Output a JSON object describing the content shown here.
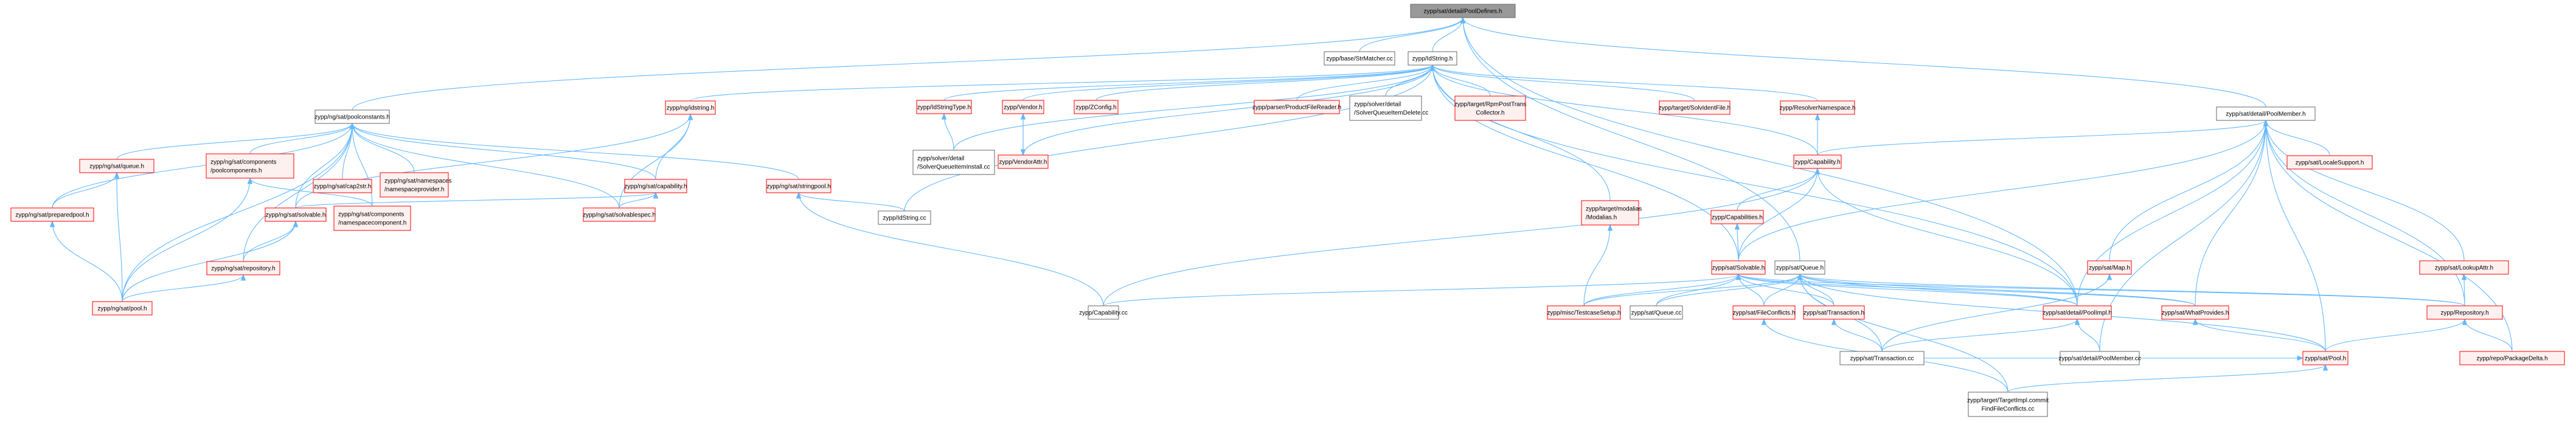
{
  "title": "zypp/sat/detail/PoolDefines.h",
  "colors": {
    "edge": "#63b8ff",
    "root_fill": "#999999",
    "red_border": "#ff0000",
    "red_fill": "#fff0f0",
    "normal_border": "#666666"
  },
  "nodes": [
    {
      "id": "pooldefines",
      "lines": [
        "zypp/sat/detail/PoolDefines.h"
      ],
      "kind": "root"
    },
    {
      "id": "strmatcher_cc",
      "lines": [
        "zypp/base/StrMatcher.cc"
      ],
      "kind": "normal"
    },
    {
      "id": "idstring_h",
      "lines": [
        "zypp/IdString.h"
      ],
      "kind": "normal"
    },
    {
      "id": "poolconstants",
      "lines": [
        "zypp/ng/sat/poolconstants.h"
      ],
      "kind": "normal"
    },
    {
      "id": "poolmember_h",
      "lines": [
        "zypp/sat/detail/PoolMember.h"
      ],
      "kind": "normal"
    },
    {
      "id": "ng_queue",
      "lines": [
        "zypp/ng/sat/queue.h"
      ],
      "kind": "red"
    },
    {
      "id": "ng_poolcomponents",
      "lines": [
        "zypp/ng/sat/components",
        "/poolcomponents.h"
      ],
      "kind": "red"
    },
    {
      "id": "ng_cap2str",
      "lines": [
        "zypp/ng/sat/cap2str.h"
      ],
      "kind": "red"
    },
    {
      "id": "ng_nsprovider",
      "lines": [
        "zypp/ng/sat/namespaces",
        "/namespaceprovider.h"
      ],
      "kind": "red"
    },
    {
      "id": "ng_idstring",
      "lines": [
        "zypp/ng/idstring.h"
      ],
      "kind": "red"
    },
    {
      "id": "ng_capability",
      "lines": [
        "zypp/ng/sat/capability.h"
      ],
      "kind": "red"
    },
    {
      "id": "ng_stringpool",
      "lines": [
        "zypp/ng/sat/stringpool.h"
      ],
      "kind": "red"
    },
    {
      "id": "ng_preparedpool",
      "lines": [
        "zypp/ng/sat/preparedpool.h"
      ],
      "kind": "red"
    },
    {
      "id": "ng_nscomponent",
      "lines": [
        "zypp/ng/sat/components",
        "/namespacecomponent.h"
      ],
      "kind": "red"
    },
    {
      "id": "ng_solvable",
      "lines": [
        "zypp/ng/sat/solvable.h"
      ],
      "kind": "red"
    },
    {
      "id": "ng_solvablespec",
      "lines": [
        "zypp/ng/sat/solvablespec.h"
      ],
      "kind": "red"
    },
    {
      "id": "ng_repository",
      "lines": [
        "zypp/ng/sat/repository.h"
      ],
      "kind": "red"
    },
    {
      "id": "ng_pool",
      "lines": [
        "zypp/ng/sat/pool.h"
      ],
      "kind": "red"
    },
    {
      "id": "idstring_cc",
      "lines": [
        "zypp/IdString.cc"
      ],
      "kind": "normal"
    },
    {
      "id": "idstringtype",
      "lines": [
        "zypp/IdStringType.h"
      ],
      "kind": "red"
    },
    {
      "id": "sqi_install",
      "lines": [
        "zypp/solver/detail",
        "/SolverQueueItemInstall.cc"
      ],
      "kind": "normal"
    },
    {
      "id": "vendor_h",
      "lines": [
        "zypp/Vendor.h"
      ],
      "kind": "red"
    },
    {
      "id": "vendorattr",
      "lines": [
        "zypp/VendorAttr.h"
      ],
      "kind": "red"
    },
    {
      "id": "zconfig",
      "lines": [
        "zypp/ZConfig.h"
      ],
      "kind": "red"
    },
    {
      "id": "productfilereader",
      "lines": [
        "zypp/parser/ProductFileReader.h"
      ],
      "kind": "red"
    },
    {
      "id": "sqi_delete",
      "lines": [
        "zypp/solver/detail",
        "/SolverQueueItemDelete.cc"
      ],
      "kind": "normal"
    },
    {
      "id": "rpmposttrans",
      "lines": [
        "zypp/target/RpmPostTrans",
        "Collector.h"
      ],
      "kind": "red"
    },
    {
      "id": "solvidentfile",
      "lines": [
        "zypp/target/SolvIdentFile.h"
      ],
      "kind": "red"
    },
    {
      "id": "resolvernamespace",
      "lines": [
        "zypp/ResolverNamespace.h"
      ],
      "kind": "red"
    },
    {
      "id": "capability_h",
      "lines": [
        "zypp/Capability.h"
      ],
      "kind": "red"
    },
    {
      "id": "modalias",
      "lines": [
        "zypp/target/modalias",
        "/Modalias.h"
      ],
      "kind": "red"
    },
    {
      "id": "capabilities_h",
      "lines": [
        "zypp/Capabilities.h"
      ],
      "kind": "red"
    },
    {
      "id": "sat_solvable",
      "lines": [
        "zypp/sat/Solvable.h"
      ],
      "kind": "red"
    },
    {
      "id": "sat_queue_h",
      "lines": [
        "zypp/sat/Queue.h"
      ],
      "kind": "normal"
    },
    {
      "id": "capability_cc",
      "lines": [
        "zypp/Capability.cc"
      ],
      "kind": "normal"
    },
    {
      "id": "testcasesetup",
      "lines": [
        "zypp/misc/TestcaseSetup.h"
      ],
      "kind": "red"
    },
    {
      "id": "sat_queue_cc",
      "lines": [
        "zypp/sat/Queue.cc"
      ],
      "kind": "normal"
    },
    {
      "id": "fileconflicts",
      "lines": [
        "zypp/sat/FileConflicts.h"
      ],
      "kind": "red"
    },
    {
      "id": "transaction_h",
      "lines": [
        "zypp/sat/Transaction.h"
      ],
      "kind": "red"
    },
    {
      "id": "poolimpl",
      "lines": [
        "zypp/sat/detail/PoolImpl.h"
      ],
      "kind": "red"
    },
    {
      "id": "sat_map",
      "lines": [
        "zypp/sat/Map.h"
      ],
      "kind": "red"
    },
    {
      "id": "whatprovides",
      "lines": [
        "zypp/sat/WhatProvides.h"
      ],
      "kind": "red"
    },
    {
      "id": "localesupport",
      "lines": [
        "zypp/sat/LocaleSupport.h"
      ],
      "kind": "red"
    },
    {
      "id": "lookupattr",
      "lines": [
        "zypp/sat/LookupAttr.h"
      ],
      "kind": "red"
    },
    {
      "id": "repository_h",
      "lines": [
        "zypp/Repository.h"
      ],
      "kind": "red"
    },
    {
      "id": "transaction_cc",
      "lines": [
        "zypp/sat/Transaction.cc"
      ],
      "kind": "normal"
    },
    {
      "id": "poolmember_cc",
      "lines": [
        "zypp/sat/detail/PoolMember.cc"
      ],
      "kind": "normal"
    },
    {
      "id": "sat_pool",
      "lines": [
        "zypp/sat/Pool.h"
      ],
      "kind": "red"
    },
    {
      "id": "packagedelta",
      "lines": [
        "zypp/repo/PackageDelta.h"
      ],
      "kind": "red"
    },
    {
      "id": "targetimpl_cc",
      "lines": [
        "zypp/target/TargetImpl.commit",
        "FindFileConflicts.cc"
      ],
      "kind": "normal"
    }
  ],
  "edges": [
    [
      "strmatcher_cc",
      "pooldefines"
    ],
    [
      "idstring_h",
      "pooldefines"
    ],
    [
      "poolconstants",
      "pooldefines"
    ],
    [
      "poolmember_h",
      "pooldefines"
    ],
    [
      "sat_queue_h",
      "pooldefines"
    ],
    [
      "poolimpl",
      "pooldefines"
    ],
    [
      "ng_queue",
      "poolconstants"
    ],
    [
      "ng_poolcomponents",
      "poolconstants"
    ],
    [
      "ng_cap2str",
      "poolconstants"
    ],
    [
      "ng_nsprovider",
      "poolconstants"
    ],
    [
      "ng_capability",
      "poolconstants"
    ],
    [
      "ng_stringpool",
      "poolconstants"
    ],
    [
      "ng_preparedpool",
      "poolconstants"
    ],
    [
      "ng_solvable",
      "poolconstants"
    ],
    [
      "ng_solvablespec",
      "poolconstants"
    ],
    [
      "ng_repository",
      "poolconstants"
    ],
    [
      "ng_pool",
      "poolconstants"
    ],
    [
      "ng_nscomponent",
      "poolconstants"
    ],
    [
      "ng_preparedpool",
      "ng_queue"
    ],
    [
      "ng_pool",
      "ng_queue"
    ],
    [
      "ng_nscomponent",
      "ng_poolcomponents"
    ],
    [
      "ng_pool",
      "ng_poolcomponents"
    ],
    [
      "ng_capability",
      "ng_idstring"
    ],
    [
      "ng_solvable",
      "ng_idstring"
    ],
    [
      "ng_solvablespec",
      "ng_idstring"
    ],
    [
      "ng_idstring",
      "idstring_h"
    ],
    [
      "ng_solvable",
      "ng_capability"
    ],
    [
      "ng_solvablespec",
      "ng_capability"
    ],
    [
      "ng_repository",
      "ng_solvable"
    ],
    [
      "ng_pool",
      "ng_solvable"
    ],
    [
      "ng_pool",
      "ng_preparedpool"
    ],
    [
      "ng_pool",
      "ng_repository"
    ],
    [
      "idstring_cc",
      "ng_stringpool"
    ],
    [
      "capability_cc",
      "ng_stringpool"
    ],
    [
      "idstring_cc",
      "idstring_h"
    ],
    [
      "idstringtype",
      "idstring_h"
    ],
    [
      "sqi_install",
      "idstring_h"
    ],
    [
      "sqi_install",
      "idstringtype"
    ],
    [
      "vendor_h",
      "idstring_h"
    ],
    [
      "vendorattr",
      "idstring_h"
    ],
    [
      "vendorattr",
      "vendor_h"
    ],
    [
      "vendor_h",
      "vendorattr"
    ],
    [
      "zconfig",
      "idstring_h"
    ],
    [
      "productfilereader",
      "idstring_h"
    ],
    [
      "sqi_delete",
      "idstring_h"
    ],
    [
      "rpmposttrans",
      "idstring_h"
    ],
    [
      "solvidentfile",
      "idstring_h"
    ],
    [
      "resolvernamespace",
      "idstring_h"
    ],
    [
      "capability_h",
      "idstring_h"
    ],
    [
      "modalias",
      "idstring_h"
    ],
    [
      "sat_solvable",
      "idstring_h"
    ],
    [
      "poolimpl",
      "idstring_h"
    ],
    [
      "capability_h",
      "resolvernamespace"
    ],
    [
      "capabilities_h",
      "capability_h"
    ],
    [
      "sat_solvable",
      "capability_h"
    ],
    [
      "capability_cc",
      "capability_h"
    ],
    [
      "poolimpl",
      "capability_h"
    ],
    [
      "testcasesetup",
      "modalias"
    ],
    [
      "sat_solvable",
      "capabilities_h"
    ],
    [
      "capability_h",
      "poolmember_h"
    ],
    [
      "sat_solvable",
      "poolmember_h"
    ],
    [
      "poolimpl",
      "poolmember_h"
    ],
    [
      "sat_map",
      "poolmember_h"
    ],
    [
      "whatprovides",
      "poolmember_h"
    ],
    [
      "localesupport",
      "poolmember_h"
    ],
    [
      "lookupattr",
      "poolmember_h"
    ],
    [
      "repository_h",
      "poolmember_h"
    ],
    [
      "sat_pool",
      "poolmember_h"
    ],
    [
      "packagedelta",
      "poolmember_h"
    ],
    [
      "poolmember_cc",
      "poolmember_h"
    ],
    [
      "capability_cc",
      "sat_solvable"
    ],
    [
      "testcasesetup",
      "sat_solvable"
    ],
    [
      "sat_queue_cc",
      "sat_solvable"
    ],
    [
      "fileconflicts",
      "sat_solvable"
    ],
    [
      "transaction_h",
      "sat_solvable"
    ],
    [
      "poolimpl",
      "sat_solvable"
    ],
    [
      "whatprovides",
      "sat_solvable"
    ],
    [
      "repository_h",
      "sat_solvable"
    ],
    [
      "testcasesetup",
      "sat_queue_h"
    ],
    [
      "sat_queue_cc",
      "sat_queue_h"
    ],
    [
      "fileconflicts",
      "sat_queue_h"
    ],
    [
      "transaction_h",
      "sat_queue_h"
    ],
    [
      "transaction_cc",
      "sat_queue_h"
    ],
    [
      "poolimpl",
      "sat_queue_h"
    ],
    [
      "whatprovides",
      "sat_queue_h"
    ],
    [
      "sat_pool",
      "sat_queue_h"
    ],
    [
      "targetimpl_cc",
      "sat_queue_h"
    ],
    [
      "repository_h",
      "sat_queue_h"
    ],
    [
      "transaction_cc",
      "transaction_h"
    ],
    [
      "transaction_cc",
      "poolimpl"
    ],
    [
      "poolmember_cc",
      "poolimpl"
    ],
    [
      "transaction_cc",
      "sat_map"
    ],
    [
      "sat_pool",
      "whatprovides"
    ],
    [
      "sat_pool",
      "repository_h"
    ],
    [
      "repository_h",
      "lookupattr"
    ],
    [
      "packagedelta",
      "repository_h"
    ],
    [
      "targetimpl_cc",
      "fileconflicts"
    ],
    [
      "targetimpl_cc",
      "sat_pool"
    ],
    [
      "transaction_cc",
      "sat_pool"
    ]
  ]
}
